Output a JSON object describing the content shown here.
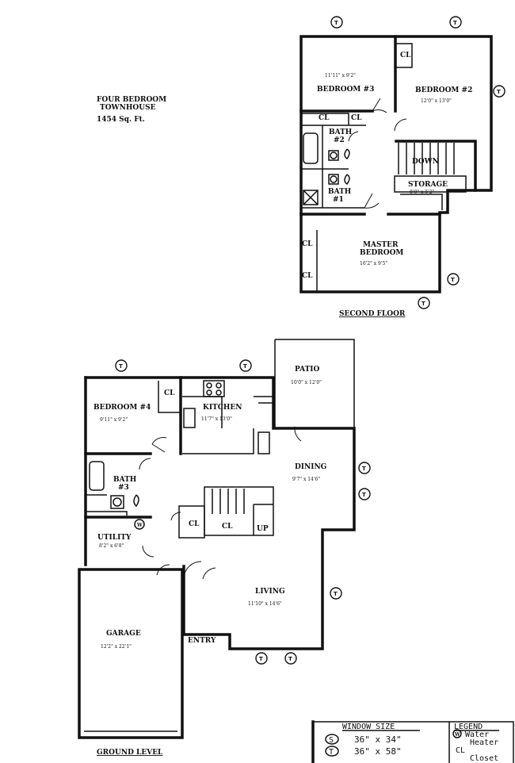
{
  "header": {
    "title_line1": "FOUR BEDROOM",
    "title_line2": "TOWNHOUSE",
    "area": "1454 Sq. Ft."
  },
  "second_floor": {
    "caption": "SECOND FLOOR",
    "bedroom3": {
      "name": "BEDROOM #3",
      "size": "11'11\" x 9'2\""
    },
    "bedroom2": {
      "name": "BEDROOM #2",
      "size": "12'0\" x 13'0\""
    },
    "bath2": {
      "name_line1": "BATH",
      "name_line2": "#2"
    },
    "bath1": {
      "name_line1": "BATH",
      "name_line2": "#1"
    },
    "storage": {
      "name": "STORAGE",
      "size": "8'0\" x 5'2\""
    },
    "down": "DOWN",
    "master": {
      "name_line1": "MASTER",
      "name_line2": "BEDROOM",
      "size": "16'2\" x 9'5\""
    },
    "closet": "CL"
  },
  "ground_level": {
    "caption": "GROUND LEVEL",
    "bedroom4": {
      "name": "BEDROOM #4",
      "size": "9'11\" x 9'2\""
    },
    "kitchen": {
      "name": "KITCHEN",
      "size": "11'7\" x 13'0\""
    },
    "patio": {
      "name": "PATIO",
      "size": "10'0\" x 12'0\""
    },
    "dining": {
      "name": "DINING",
      "size": "9'7\" x 14'6\""
    },
    "bath3": {
      "name_line1": "BATH",
      "name_line2": "#3"
    },
    "utility": {
      "name": "UTILITY",
      "size": "8'2\" x 6'8\""
    },
    "living": {
      "name": "LIVING",
      "size": "11'10\" x 14'6\""
    },
    "garage": {
      "name": "GARAGE",
      "size": "12'2\" x 22'1\""
    },
    "entry": "ENTRY",
    "up": "UP",
    "closet": "CL",
    "water_heater_symbol": "W"
  },
  "window_marks": {
    "t": "T"
  },
  "window_size": {
    "heading": "WINDOW SIZE",
    "s_symbol": "S",
    "s_size": "36\" x 34\"",
    "t_symbol": "T",
    "t_size": "36\" x 58\""
  },
  "legend": {
    "heading": "LEGEND",
    "w_symbol": "W",
    "w_line1": "Water",
    "w_line2": "Heater",
    "cl_code": "CL",
    "cl_label": "Closet"
  }
}
